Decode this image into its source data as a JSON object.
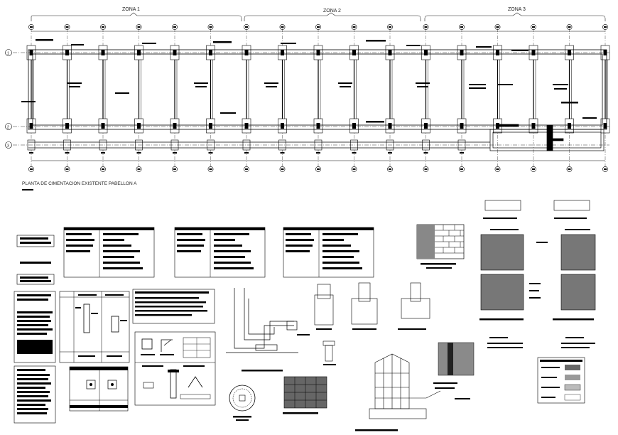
{
  "drawing": {
    "zones": [
      {
        "label": "ZONA 1"
      },
      {
        "label": "ZONA 2"
      },
      {
        "label": "ZONA 3"
      }
    ],
    "plan_title": "PLANTA DE CIMENTACION EXISTENTE PABELLON A",
    "axis_rows": [
      "1",
      "2",
      "3"
    ],
    "column_count": 17,
    "line_color": "#000000",
    "background_color": "#ffffff"
  }
}
